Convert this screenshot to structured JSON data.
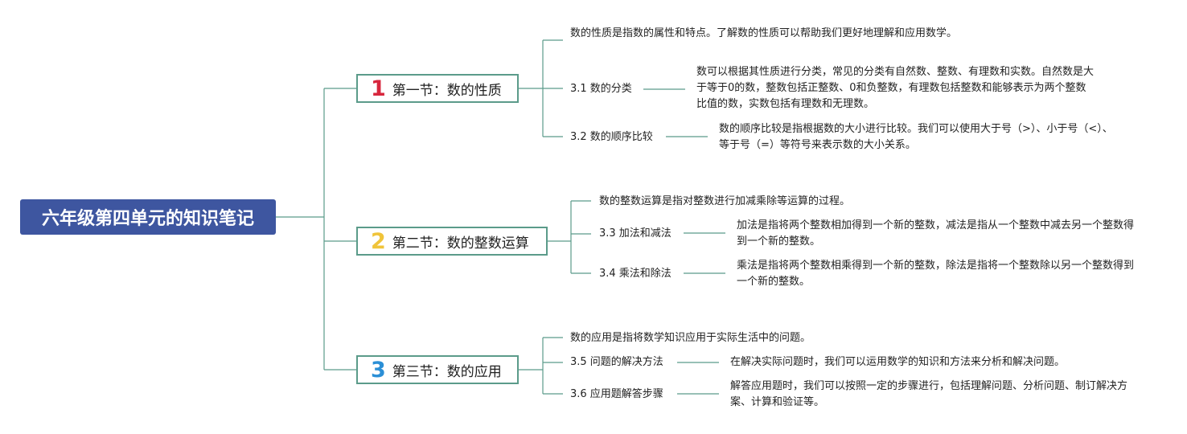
{
  "root": {
    "title": "六年级第四单元的知识笔记"
  },
  "colors": {
    "root_bg": "#3e56a0",
    "line": "#5b9b8a",
    "num1": "#d7263d",
    "num2": "#f0c43a",
    "num3": "#2b8fd6"
  },
  "sections": [
    {
      "number": "1",
      "title": "第一节：数的性质",
      "intro": "数的性质是指数的属性和特点。了解数的性质可以帮助我们更好地理解和应用数学。",
      "items": [
        {
          "label": "3.1 数的分类",
          "detail": "数可以根据其性质进行分类，常见的分类有自然数、整数、有理数和实数。自然数是大于等于0的数，整数包括正整数、0和负整数，有理数包括整数和能够表示为两个整数比值的数，实数包括有理数和无理数。"
        },
        {
          "label": "3.2 数的顺序比较",
          "detail": "数的顺序比较是指根据数的大小进行比较。我们可以使用大于号（>）、小于号（<）、等于号（=）等符号来表示数的大小关系。"
        }
      ]
    },
    {
      "number": "2",
      "title": "第二节：数的整数运算",
      "intro": "数的整数运算是指对整数进行加减乘除等运算的过程。",
      "items": [
        {
          "label": "3.3 加法和减法",
          "detail": "加法是指将两个整数相加得到一个新的整数，减法是指从一个整数中减去另一个整数得到一个新的整数。"
        },
        {
          "label": "3.4 乘法和除法",
          "detail": "乘法是指将两个整数相乘得到一个新的整数，除法是指将一个整数除以另一个整数得到一个新的整数。"
        }
      ]
    },
    {
      "number": "3",
      "title": "第三节：数的应用",
      "intro": "数的应用是指将数学知识应用于实际生活中的问题。",
      "items": [
        {
          "label": "3.5 问题的解决方法",
          "detail": "在解决实际问题时，我们可以运用数学的知识和方法来分析和解决问题。"
        },
        {
          "label": "3.6 应用题解答步骤",
          "detail": "解答应用题时，我们可以按照一定的步骤进行，包括理解问题、分析问题、制订解决方案、计算和验证等。"
        }
      ]
    }
  ]
}
